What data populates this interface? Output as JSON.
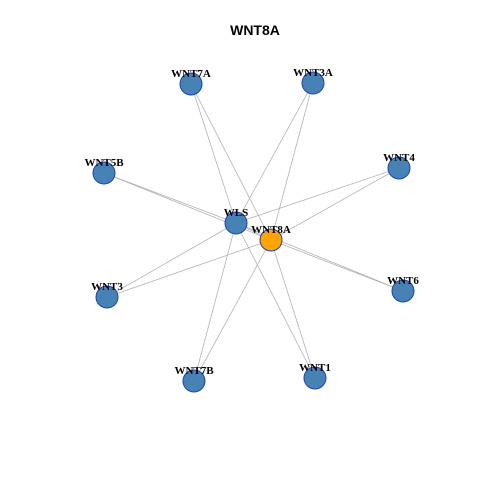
{
  "title": "WNT8A",
  "colors": {
    "background": "#ffffff",
    "edge": "#b3b3b3",
    "node_default": "#4682b4",
    "node_focus": "#ffa500",
    "node_border": "#1f3fbf"
  },
  "graph": {
    "focus": "WNT8A",
    "nodes": [
      {
        "id": "WNT7A",
        "label": "WNT7A"
      },
      {
        "id": "WNT3A",
        "label": "WNT3A"
      },
      {
        "id": "WNT5B",
        "label": "WNT5B"
      },
      {
        "id": "WNT4",
        "label": "WNT4"
      },
      {
        "id": "WLS",
        "label": "WLS"
      },
      {
        "id": "WNT8A",
        "label": "WNT8A"
      },
      {
        "id": "WNT3",
        "label": "WNT3"
      },
      {
        "id": "WNT6",
        "label": "WNT6"
      },
      {
        "id": "WNT7B",
        "label": "WNT7B"
      },
      {
        "id": "WNT1",
        "label": "WNT1"
      }
    ],
    "edges": [
      [
        "WLS",
        "WNT7A"
      ],
      [
        "WLS",
        "WNT3A"
      ],
      [
        "WLS",
        "WNT5B"
      ],
      [
        "WLS",
        "WNT4"
      ],
      [
        "WLS",
        "WNT3"
      ],
      [
        "WLS",
        "WNT6"
      ],
      [
        "WLS",
        "WNT7B"
      ],
      [
        "WLS",
        "WNT1"
      ],
      [
        "WNT8A",
        "WNT7A"
      ],
      [
        "WNT8A",
        "WNT3A"
      ],
      [
        "WNT8A",
        "WNT5B"
      ],
      [
        "WNT8A",
        "WNT4"
      ],
      [
        "WNT8A",
        "WNT3"
      ],
      [
        "WNT8A",
        "WNT6"
      ],
      [
        "WNT8A",
        "WNT7B"
      ],
      [
        "WNT8A",
        "WNT1"
      ],
      [
        "WNT8A",
        "WLS"
      ]
    ]
  }
}
